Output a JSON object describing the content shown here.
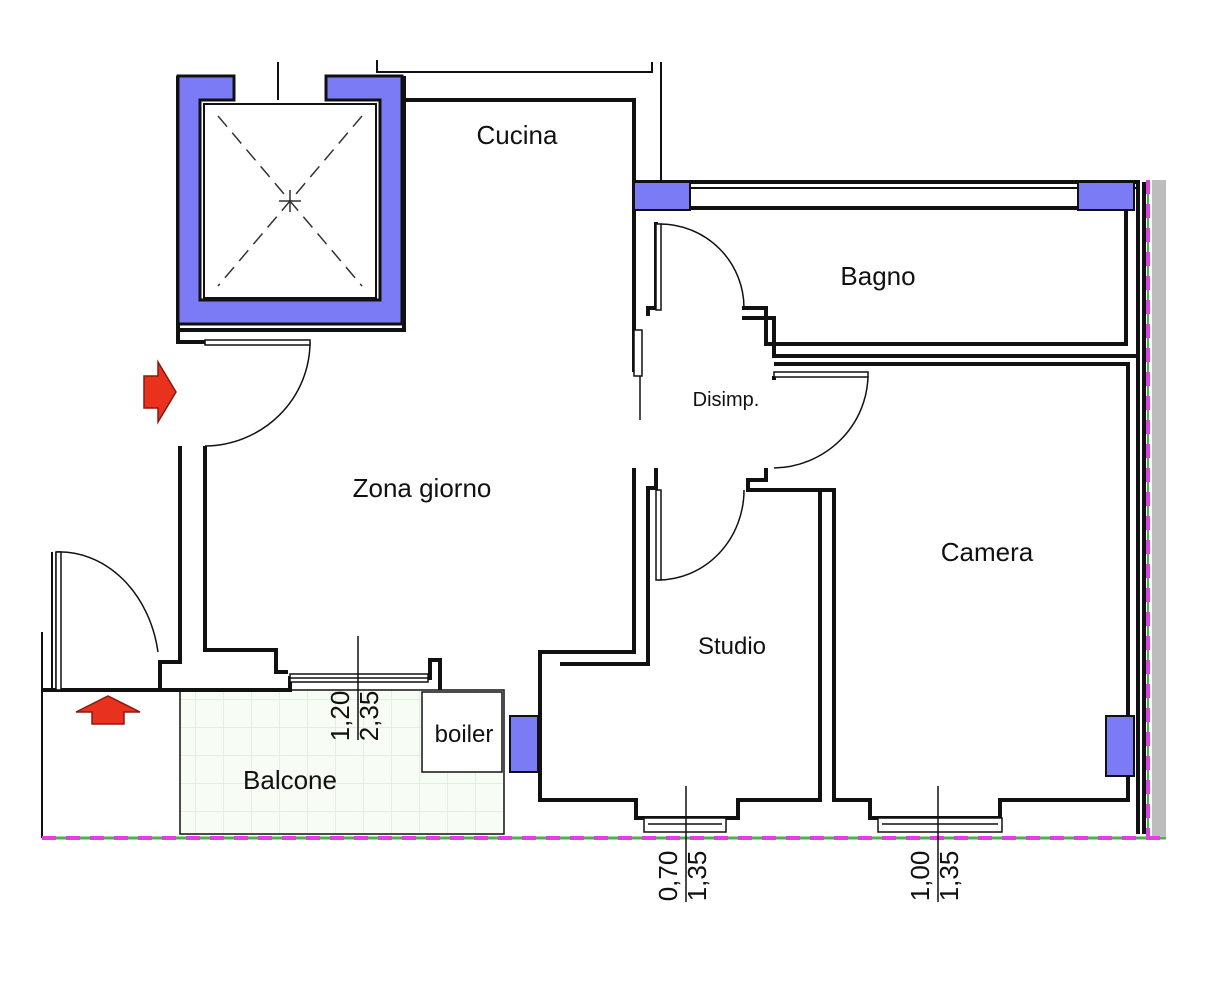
{
  "rooms": {
    "cucina": "Cucina",
    "bagno": "Bagno",
    "disimpegno": "Disimp.",
    "zona_giorno": "Zona giorno",
    "camera": "Camera",
    "studio": "Studio",
    "balcone": "Balcone",
    "boiler": "boiler"
  },
  "windows": {
    "balcony_door": {
      "width": "1,20",
      "height": "2,35"
    },
    "studio_window": {
      "width": "0,70",
      "height": "1,35"
    },
    "camera_window": {
      "width": "1,00",
      "height": "1,35"
    }
  },
  "colors": {
    "wall": "#111111",
    "column": "#7b7bf5",
    "entrance_arrow": "#e8321e",
    "boundary_dash": "#e040e0",
    "boundary_line": "#4caf50",
    "tile_grid": "#d9ecd4"
  },
  "icons": {
    "entrance": "red-arrow-icon",
    "stair_well": "cross-x-icon"
  }
}
